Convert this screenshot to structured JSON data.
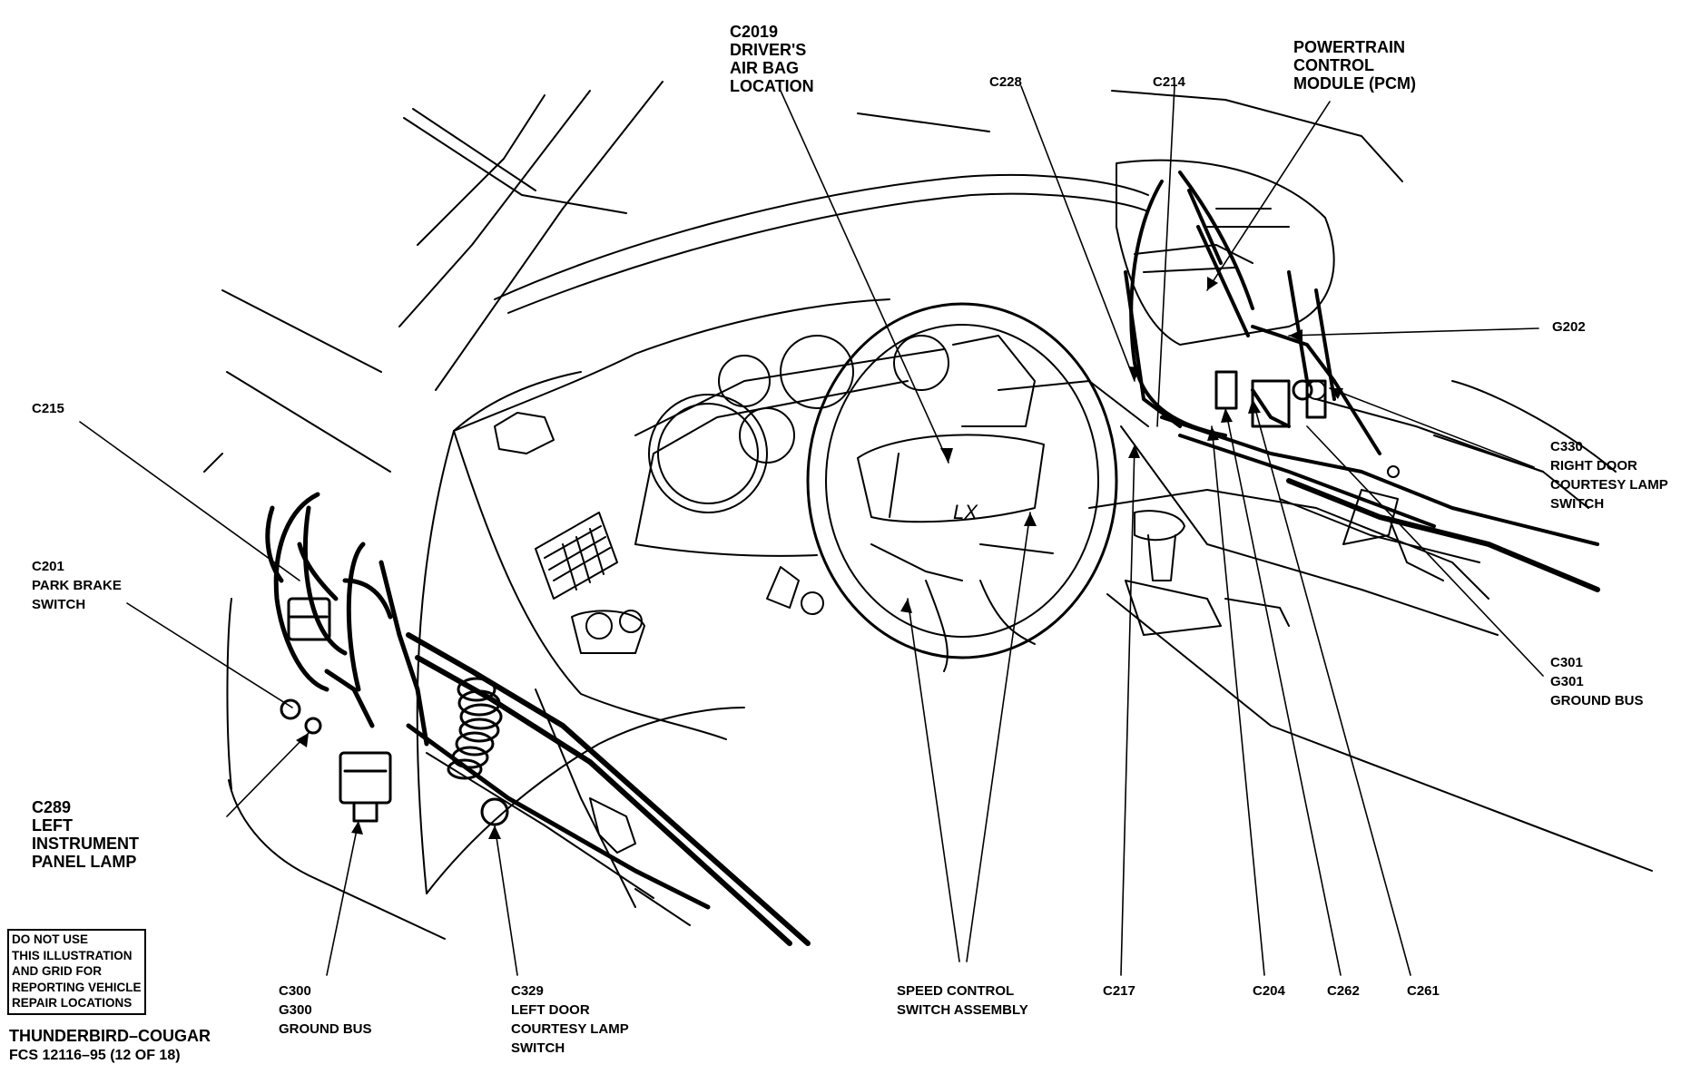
{
  "labels": {
    "c2019": [
      "C2019",
      "DRIVER'S",
      "AIR BAG",
      "LOCATION"
    ],
    "pcm": [
      "POWERTRAIN",
      "CONTROL",
      "MODULE (PCM)"
    ],
    "c228": "C228",
    "c214": "C214",
    "g202": "G202",
    "c215": "C215",
    "c201": [
      "C201",
      "PARK BRAKE",
      "SWITCH"
    ],
    "c330": [
      "C330",
      "RIGHT DOOR",
      "COURTESY LAMP",
      "SWITCH"
    ],
    "c301": [
      "C301",
      "G301",
      "GROUND BUS"
    ],
    "c289": [
      "C289",
      "LEFT",
      "INSTRUMENT",
      "PANEL LAMP"
    ],
    "c300": [
      "C300",
      "G300",
      "GROUND BUS"
    ],
    "c329": [
      "C329",
      "LEFT DOOR",
      "COURTESY LAMP",
      "SWITCH"
    ],
    "speed_control": [
      "SPEED CONTROL",
      "SWITCH ASSEMBLY"
    ],
    "c217": "C217",
    "c204": "C204",
    "c262": "C262",
    "c261": "C261"
  },
  "notice": [
    "DO NOT USE",
    "THIS ILLUSTRATION",
    "AND GRID FOR",
    "REPORTING VEHICLE",
    "REPAIR LOCATIONS"
  ],
  "footer": {
    "title": "THUNDERBIRD–COUGAR",
    "subtitle": "FCS 12116–95 (12 OF 18)"
  },
  "steering_badge": "LX",
  "colors": {
    "ink": "#000000",
    "paper": "#ffffff"
  }
}
